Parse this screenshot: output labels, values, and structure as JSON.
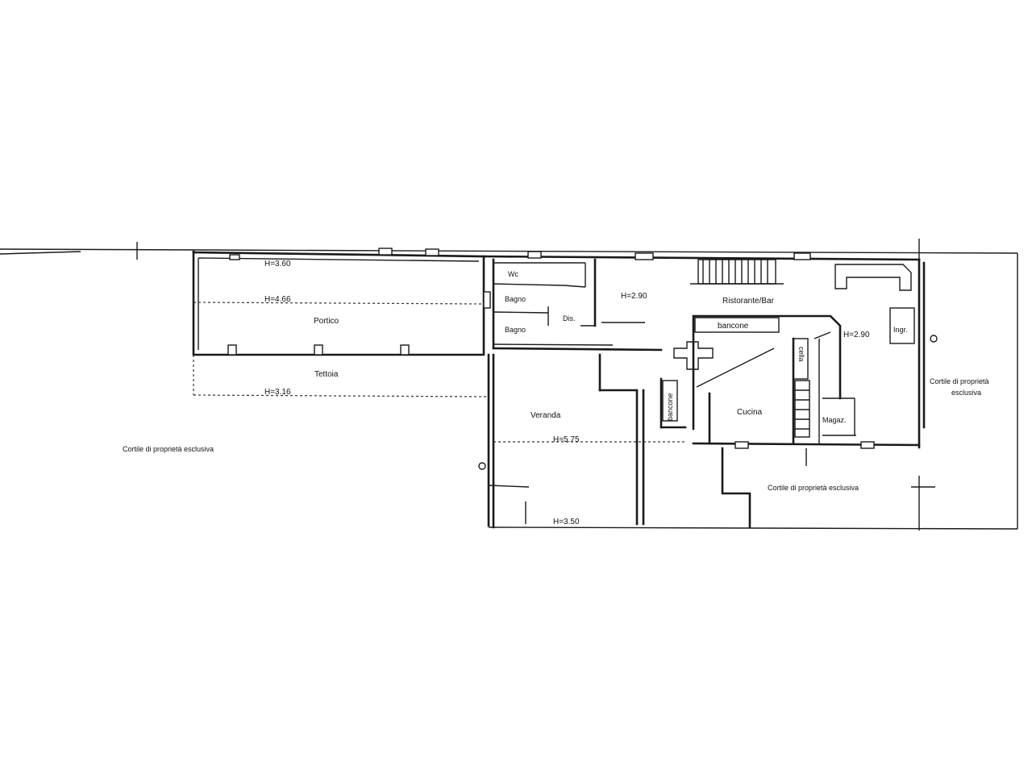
{
  "labels": {
    "porticoHeightTop": "H=3.60",
    "porticoHeightMid": "H=4.66",
    "portico": "Portico",
    "tettoia": "Tettoia",
    "tettoiaHeight": "H=3.16",
    "wc": "Wc",
    "bagno1": "Bagno",
    "bagno2": "Bagno",
    "dis": "Dis.",
    "roomHeight": "H=2.90",
    "ristoranteBar": "Ristorante/Bar",
    "bancone1": "bancone",
    "bancone2": "bancone",
    "cella": "cella",
    "cucina": "Cucina",
    "barHeight": "H=2.90",
    "ingresso": "Ingr.",
    "magaz": "Magaz.",
    "veranda": "Veranda",
    "verandaHeight": "H=5.75",
    "lowerHeight": "H=3.50",
    "courtyardLeft": "Cortile di proprietà esclusiva",
    "courtyardBottom": "Cortile di proprietà esclusiva",
    "courtyardRight1": "Cortile di proprietà",
    "courtyardRight2": "esclusiva"
  }
}
